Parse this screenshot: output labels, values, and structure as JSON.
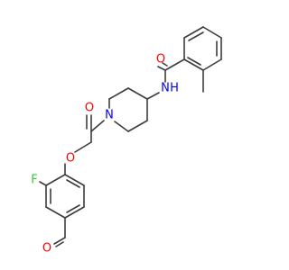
{
  "molecule": {
    "atom_labels": {
      "carbonyl_oxygen_amide": "O",
      "amide_nitrogen": "N",
      "amide_hydrogen": "H",
      "linker_carbonyl_oxygen": "O",
      "piperidine_nitrogen": "N",
      "ether_oxygen": "O",
      "fluorine": "F",
      "aldehyde_oxygen": "O"
    },
    "colors": {
      "oxygen": "#ff0000",
      "nitrogen": "#0000ff",
      "fluorine": "#33cc33",
      "bond": "#3c3c3c"
    }
  }
}
